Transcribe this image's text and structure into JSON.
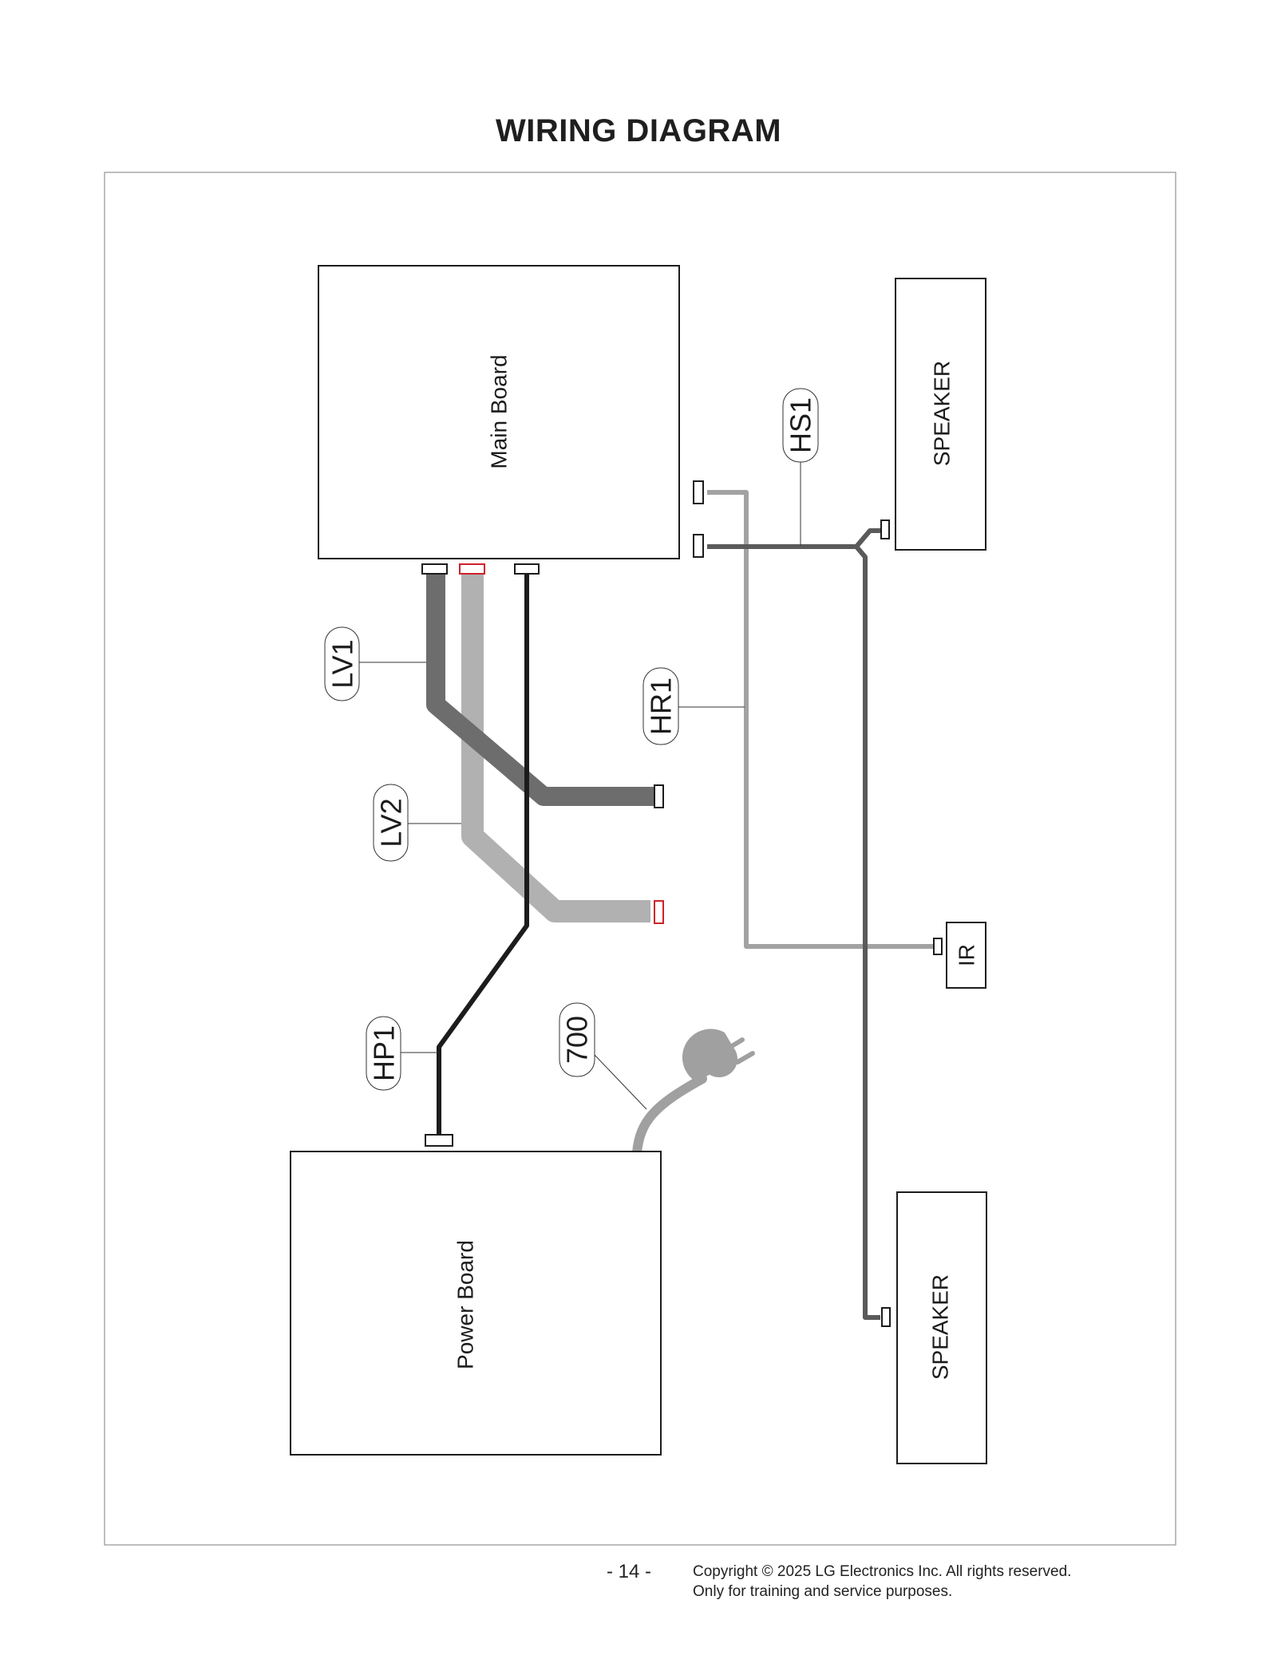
{
  "title": "WIRING DIAGRAM",
  "components": {
    "main_board": "Main Board",
    "power_board": "Power Board",
    "speaker_top": "SPEAKER",
    "speaker_bottom": "SPEAKER",
    "ir": "IR"
  },
  "cables": {
    "lv1": "LV1",
    "lv2": "LV2",
    "hp1": "HP1",
    "hr1": "HR1",
    "hs1": "HS1",
    "power_cord": "700"
  },
  "colors": {
    "lv1_cable": "#6d6d6d",
    "lv2_cable": "#b1b1b1",
    "hp1_cable": "#1c1c1c",
    "hr1_cable": "#a2a2a2",
    "hs1_cable": "#5a5a5a",
    "power_cord": "#a0a0a0",
    "highlight_connector": "#d0202a"
  },
  "footer": {
    "page_number": "- 14 -",
    "copyright_line1": "Copyright © 2025 LG Electronics Inc. All rights reserved.",
    "copyright_line2": "Only for training and service purposes."
  }
}
